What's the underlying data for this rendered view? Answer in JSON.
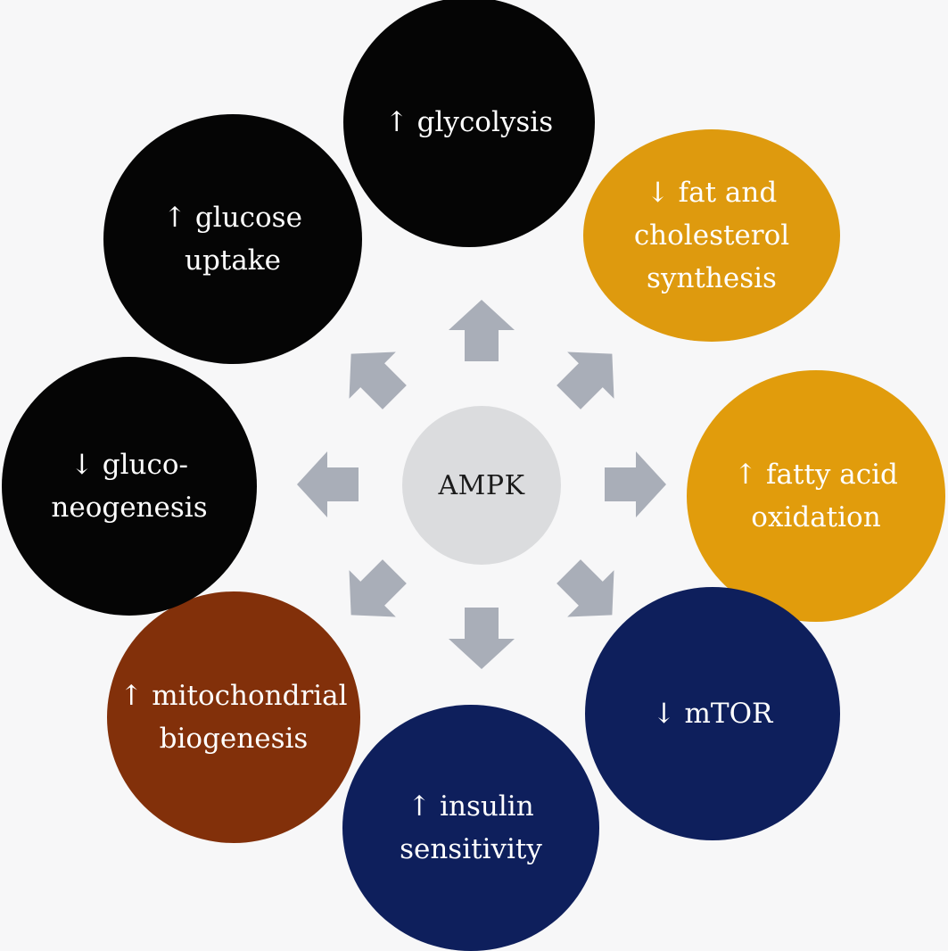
{
  "center": {
    "label": "AMPK",
    "color": "#dbdcde",
    "text_color": "#1b1b1b"
  },
  "arrow_color": "#a9aeb8",
  "effects": [
    {
      "id": "glycolysis",
      "label": "↑ glycolysis",
      "direction": "up",
      "color": "#050505",
      "text_color": "#ffffff"
    },
    {
      "id": "fat",
      "label": "↓ fat and\ncholesterol\nsynthesis",
      "direction": "down",
      "color": "#de9a0e",
      "text_color": "#ffffff"
    },
    {
      "id": "fao",
      "label": "↑ fatty acid\noxidation",
      "direction": "up",
      "color": "#e19c0c",
      "text_color": "#ffffff"
    },
    {
      "id": "mtor",
      "label": "↓ mTOR",
      "direction": "down",
      "color": "#0e1f5c",
      "text_color": "#ffffff"
    },
    {
      "id": "insulin",
      "label": "↑ insulin\nsensitivity",
      "direction": "up",
      "color": "#0e1f5c",
      "text_color": "#ffffff"
    },
    {
      "id": "mito",
      "label": "↑ mitochondrial\nbiogenesis",
      "direction": "up",
      "color": "#82300a",
      "text_color": "#ffffff"
    },
    {
      "id": "gluconeo",
      "label": "↓ gluco-\nneogenesis",
      "direction": "down",
      "color": "#050505",
      "text_color": "#ffffff"
    },
    {
      "id": "glucose",
      "label": "↑ glucose\nuptake",
      "direction": "up",
      "color": "#050505",
      "text_color": "#ffffff"
    }
  ]
}
